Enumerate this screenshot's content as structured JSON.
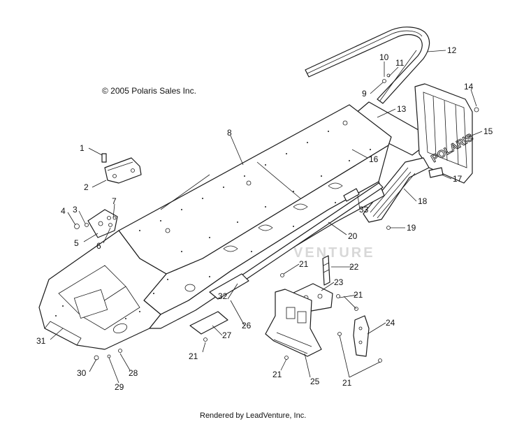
{
  "copyright": "© 2005 Polaris Sales Inc.",
  "credit": "Rendered by LeadVenture, Inc.",
  "watermark": "VENTURE",
  "decal_text": "POLARIS",
  "callouts": [
    "1",
    "2",
    "3",
    "4",
    "5",
    "6",
    "7",
    "8",
    "9",
    "10",
    "11",
    "12",
    "13",
    "14",
    "15",
    "16",
    "17",
    "18",
    "19",
    "20",
    "21",
    "21",
    "21",
    "21",
    "21",
    "22",
    "23",
    "24",
    "25",
    "26",
    "27",
    "28",
    "29",
    "30",
    "31",
    "32",
    "33"
  ]
}
